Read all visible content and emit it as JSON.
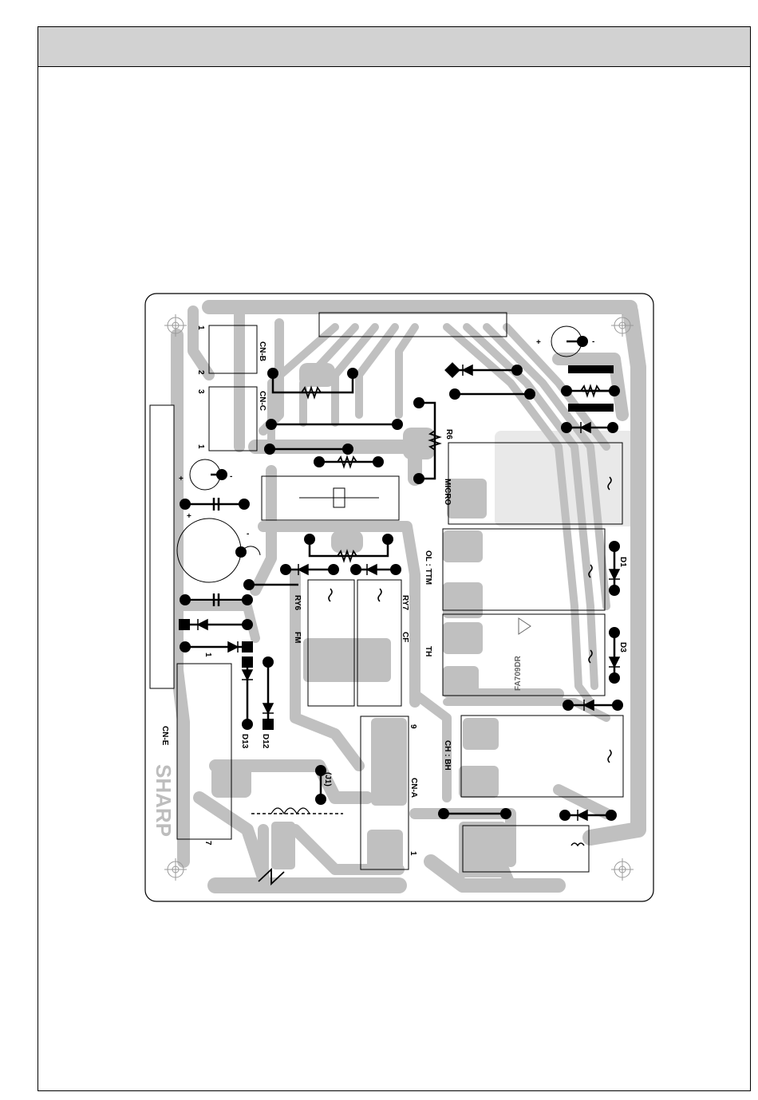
{
  "board": {
    "labels": {
      "cn_b": "CN-B",
      "cn_c": "CN-C",
      "cn_e": "CN-E",
      "cn_a": "CN-A",
      "r6": "R6",
      "micro": "MICRO",
      "ol_ttm": "OL : TTM",
      "th": "TH",
      "ch_bh": "CH : BH",
      "ry6": "RY6",
      "ry7": "RY7",
      "fm": "FM",
      "cf": "CF",
      "d1": "D1",
      "d3": "D3",
      "d12": "D12",
      "d13": "D13",
      "j1": "(J1)",
      "pin_1_b": "1",
      "pin_2_b": "2",
      "pin_3_c": "3",
      "pin_1_c": "1",
      "pin_1_e": "1",
      "pin_7_e": "7",
      "pin_9_a": "9",
      "pin_1_a": "1",
      "plus_1": "+",
      "minus_1": "-",
      "plus_2": "+",
      "minus_2": "-",
      "plus_3": "+",
      "minus_3": "-",
      "part_no": "FA709DR",
      "logo": "SHARP"
    },
    "colors": {
      "trace": "#c0c0c0",
      "ink": "#000000",
      "header_band": "#d2d2d2"
    }
  }
}
